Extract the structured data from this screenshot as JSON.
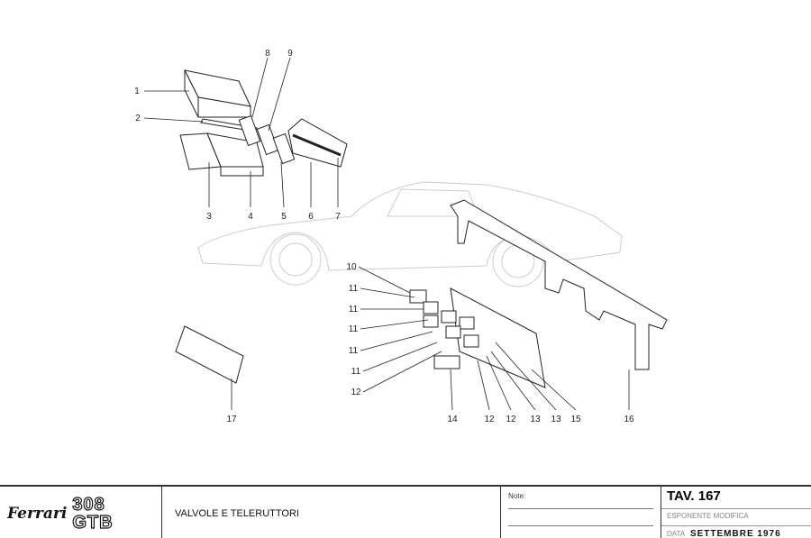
{
  "diagram": {
    "callouts": [
      "1",
      "2",
      "3",
      "4",
      "5",
      "6",
      "7",
      "8",
      "9",
      "10",
      "11",
      "11",
      "11",
      "11",
      "11",
      "12",
      "14",
      "12",
      "12",
      "13",
      "13",
      "15",
      "16",
      "17"
    ]
  },
  "title_block": {
    "brand": "Ferrari",
    "model_line1": "308",
    "model_line2": "GTB",
    "description": "VALVOLE E TELERUTTORI",
    "notes_label": "Note:",
    "tav": "TAV.  167",
    "esponente_label": "ESPONENTE MODIFICA",
    "data_label": "DATA",
    "date_value": "SETTEMBRE 1976"
  }
}
